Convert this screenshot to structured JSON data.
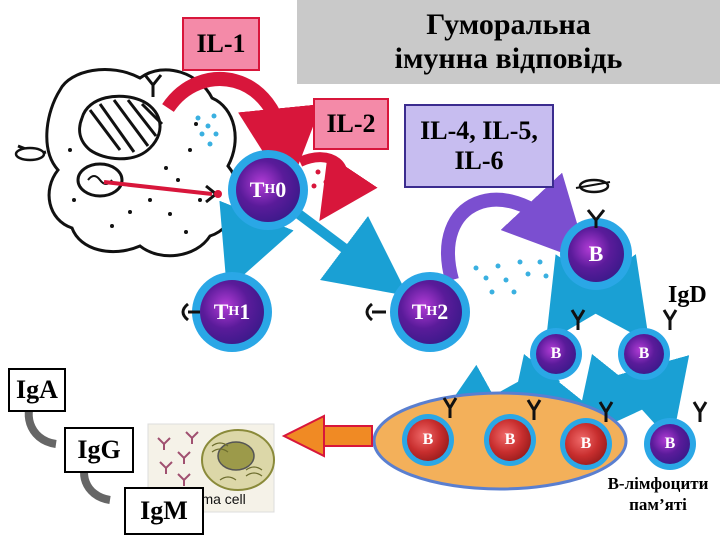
{
  "title": {
    "line1": "Гуморальна",
    "line2": "імунна відповідь"
  },
  "labels": {
    "il1": "IL-1",
    "il2": "IL-2",
    "il456_line1": "IL-4, IL-5,",
    "il456_line2": "IL-6",
    "igd": "IgD",
    "memory_line1": "B-лімфоцити",
    "memory_line2": "пам’яті",
    "plasma_cell": "Plasma cell"
  },
  "cells": {
    "th_main": "T",
    "th_sub": "H",
    "th0_suffix": "0",
    "th1_suffix": "1",
    "th2_suffix": "2",
    "b": "B"
  },
  "immunoglobulins": {
    "iga": "IgA",
    "igg": "IgG",
    "igm": "IgM"
  },
  "colors": {
    "title_bg": "#c9c9c9",
    "il_pink": "#f48aa8",
    "il_red_border": "#d8163b",
    "il_violet": "#c7bdf0",
    "cell_blue": "#2c3cc9",
    "cell_ring": "#2aa7e6",
    "cell_purple": "#7a1aa0",
    "arrow_cyan": "#1aa0d4",
    "arrow_red": "#d8163b",
    "arrow_violet": "#7b4fd0",
    "plasma_oval": "#f3b05a",
    "plasma_cell_red": "#d63c3c",
    "big_arrow_orange": "#f08a24"
  }
}
